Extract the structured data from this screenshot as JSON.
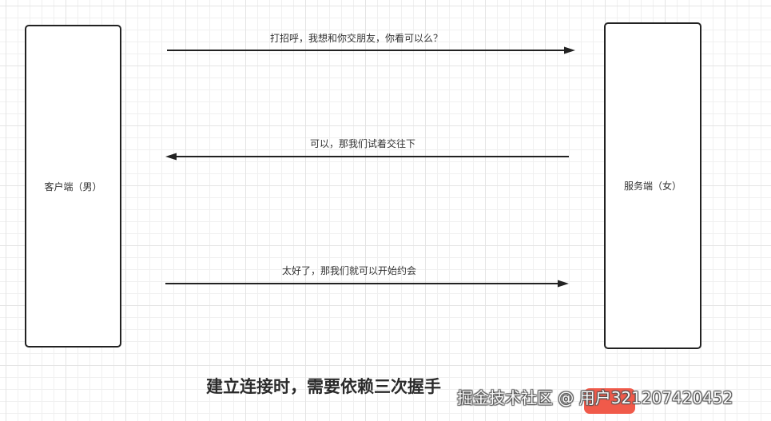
{
  "diagram": {
    "title": "建立连接时，需要依赖三次握手",
    "actors": {
      "client": {
        "label": "客户端（男）"
      },
      "server": {
        "label": "服务端（女）"
      }
    },
    "messages": [
      {
        "label": "打招呼，我想和你交朋友，你看可以么？",
        "direction": "client-to-server"
      },
      {
        "label": "可以，那我们试着交往下",
        "direction": "server-to-client"
      },
      {
        "label": "太好了，那我们就可以开始约会",
        "direction": "client-to-server"
      }
    ],
    "colors": {
      "stroke": "#222222",
      "text": "#333333",
      "grid": "#e4e4e4",
      "badge": "#f05a4a"
    }
  },
  "watermark": {
    "text": "掘金技术社区 @ 用户321207420452"
  }
}
